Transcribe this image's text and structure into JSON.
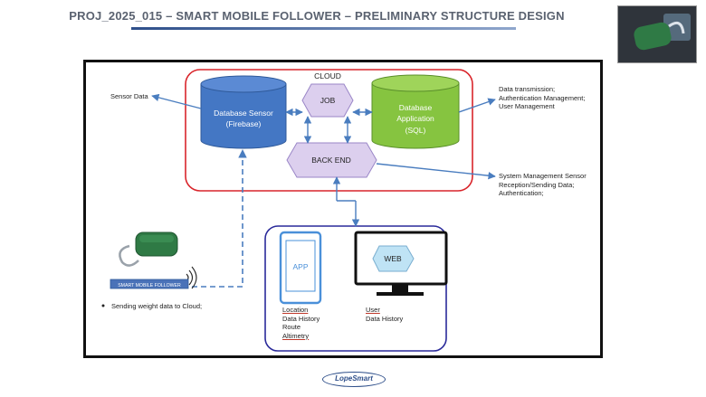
{
  "header": {
    "title": "PROJ_2025_015 – SMART MOBILE FOLLOWER – PRELIMINARY STRUCTURE DESIGN"
  },
  "cloud": {
    "label": "CLOUD"
  },
  "nodes": {
    "db_sensor": [
      "Database Sensor",
      "(Firebase)"
    ],
    "job": "JOB",
    "db_app": [
      "Database",
      "Application",
      "(SQL)"
    ],
    "backend": "BACK END",
    "app": "APP",
    "web": "WEB"
  },
  "annotations": {
    "sensor_data": "Sensor Data",
    "data_tx": [
      "Data transmission;",
      "Authentication Management;",
      "User Management"
    ],
    "sys_mgmt": [
      "System Management Sensor",
      "Reception/Sending Data;",
      "Authentication;"
    ],
    "device_label": "SMART MOBILE FOLLOWER",
    "sending": "Sending weight data to Cloud;",
    "app_features": [
      "Location",
      "Data History",
      "Route",
      "Altimetry"
    ],
    "web_features": [
      "User",
      "Data History"
    ]
  },
  "logo": "LopeSmart",
  "colors": {
    "cloud_border": "#d9252b",
    "clients_border": "#2a2a9a",
    "db_sensor": "#4477c4",
    "db_app": "#86c440",
    "hex_fill": "#dccfee",
    "arrow": "#4a7dbf",
    "app_border": "#4a90d9",
    "web_hex": "#bfe3f5"
  }
}
